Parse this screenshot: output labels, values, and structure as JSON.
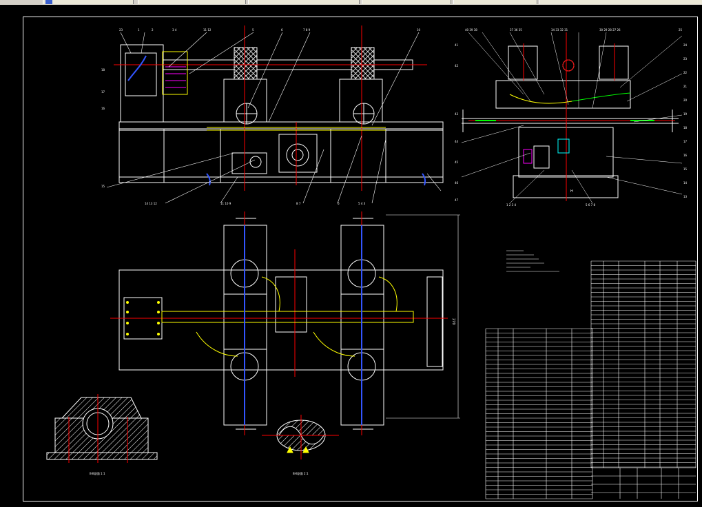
{
  "tabs": [
    {
      "label": ""
    },
    {
      "label": ""
    },
    {
      "label": ""
    },
    {
      "label": ""
    },
    {
      "label": ""
    },
    {
      "label": ""
    }
  ],
  "colors": {
    "background": "#000000",
    "lines": "#ffffff",
    "center_lines": "#ff0000",
    "accent_yellow": "#ffff00",
    "accent_green": "#00ff00",
    "accent_blue": "#3355ff",
    "accent_cyan": "#00ffff",
    "accent_magenta": "#ff00ff"
  },
  "drawing": {
    "dimension_label": "270",
    "section_a_label": "B-B剖面 1:1",
    "section_b_label": "B-B剖面 2:1",
    "view_label": "H"
  }
}
